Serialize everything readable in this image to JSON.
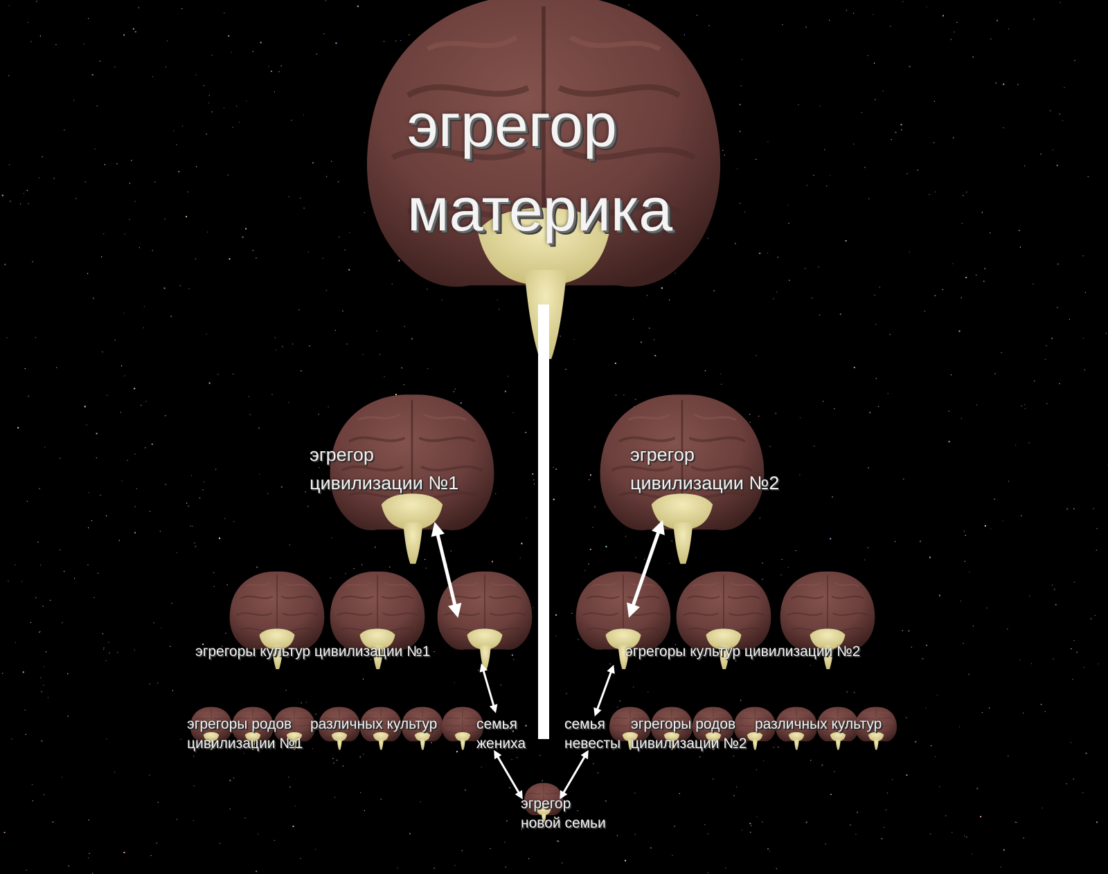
{
  "diagram": {
    "colors": {
      "background": "#000000",
      "brain_shell": "#6b3f3c",
      "brain_shadow": "#3f2220",
      "brainstem": "#e2d79a",
      "arrow": "#ffffff",
      "text": "#f2f2f2"
    },
    "labels": {
      "main": {
        "line1": "эгрегор",
        "line2": "материка"
      },
      "civ1": {
        "line1": "эгрегор",
        "line2": "цивилизации №1"
      },
      "civ2": {
        "line1": "эгрегор",
        "line2": "цивилизации №2"
      },
      "cultures1": "эгрегоры культур цивилизации №1",
      "cultures2": "эгрегоры культур цивилизации №2",
      "clans1": {
        "line1": "эгрегоры родов",
        "line2": "цивилизации №1"
      },
      "clans1_suffix": "различных культур",
      "clans2": {
        "line1": "эгрегоры родов",
        "line2": "цивилизации №2"
      },
      "clans2_suffix": "различных культур",
      "groom": {
        "line1": "семья",
        "line2": "жениха"
      },
      "bride": {
        "line1": "семья",
        "line2": "невесты"
      },
      "new_family": {
        "line1": "эгрегор",
        "line2": "новой семьи"
      }
    },
    "nodes": [
      {
        "id": "main",
        "icon": "brain-icon"
      },
      {
        "id": "civ1",
        "icon": "brain-icon"
      },
      {
        "id": "civ2",
        "icon": "brain-icon"
      },
      {
        "id": "culture1-a",
        "icon": "brain-icon"
      },
      {
        "id": "culture1-b",
        "icon": "brain-icon"
      },
      {
        "id": "culture1-c",
        "icon": "brain-icon"
      },
      {
        "id": "culture2-a",
        "icon": "brain-icon"
      },
      {
        "id": "culture2-b",
        "icon": "brain-icon"
      },
      {
        "id": "culture2-c",
        "icon": "brain-icon"
      },
      {
        "id": "clan1-a",
        "icon": "brain-icon"
      },
      {
        "id": "clan1-b",
        "icon": "brain-icon"
      },
      {
        "id": "clan1-c",
        "icon": "brain-icon"
      },
      {
        "id": "clan1-d",
        "icon": "brain-icon"
      },
      {
        "id": "clan1-e",
        "icon": "brain-icon"
      },
      {
        "id": "clan1-f",
        "icon": "brain-icon"
      },
      {
        "id": "clan1-g",
        "icon": "brain-icon"
      },
      {
        "id": "clan2-a",
        "icon": "brain-icon"
      },
      {
        "id": "clan2-b",
        "icon": "brain-icon"
      },
      {
        "id": "clan2-c",
        "icon": "brain-icon"
      },
      {
        "id": "clan2-d",
        "icon": "brain-icon"
      },
      {
        "id": "clan2-e",
        "icon": "brain-icon"
      },
      {
        "id": "clan2-f",
        "icon": "brain-icon"
      },
      {
        "id": "clan2-g",
        "icon": "brain-icon"
      },
      {
        "id": "new-family",
        "icon": "brain-icon"
      }
    ],
    "links": [
      {
        "from": "main",
        "to": "new-family",
        "type": "line"
      },
      {
        "from": "civ1",
        "to": "culture1-c",
        "type": "double-arrow"
      },
      {
        "from": "civ2",
        "to": "culture2-a",
        "type": "double-arrow"
      },
      {
        "from": "culture1-c",
        "to": "clan1-g",
        "type": "double-arrow"
      },
      {
        "from": "culture2-a",
        "to": "clan2-a",
        "type": "double-arrow"
      },
      {
        "from": "clan1-g",
        "to": "new-family",
        "type": "double-arrow"
      },
      {
        "from": "clan2-a",
        "to": "new-family",
        "type": "double-arrow"
      }
    ]
  }
}
